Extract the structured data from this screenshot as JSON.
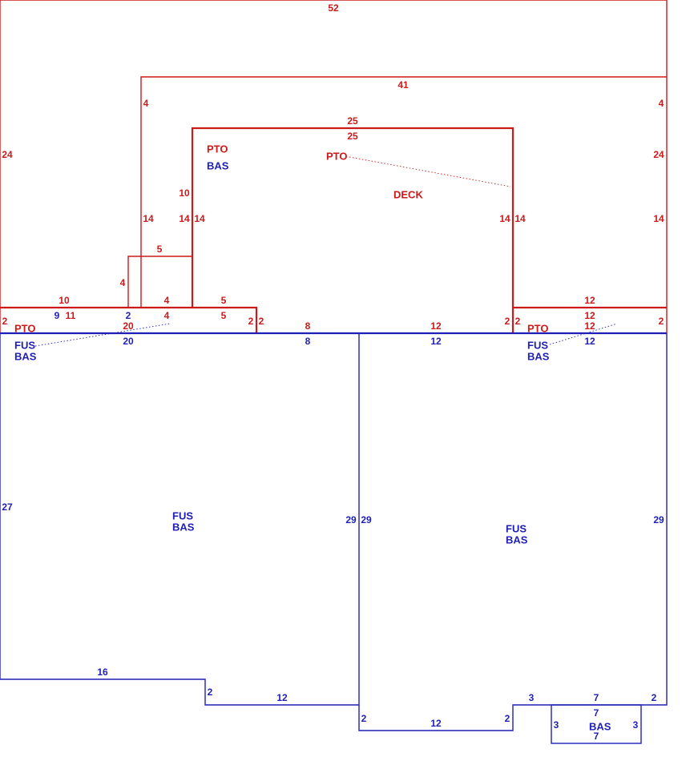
{
  "colors": {
    "upper_level": "#cc1a1a",
    "lower_level": "#1f1fb8"
  },
  "labels": [
    {
      "id": "r-top-52",
      "text": "52",
      "color": "red"
    },
    {
      "id": "r-41",
      "text": "41",
      "color": "red"
    },
    {
      "id": "r-4-left",
      "text": "4",
      "color": "red"
    },
    {
      "id": "r-4-right",
      "text": "4",
      "color": "red"
    },
    {
      "id": "r-24-left",
      "text": "24",
      "color": "red"
    },
    {
      "id": "r-24-right",
      "text": "24",
      "color": "red"
    },
    {
      "id": "r-25-a",
      "text": "25",
      "color": "red"
    },
    {
      "id": "r-25-b",
      "text": "25",
      "color": "red"
    },
    {
      "id": "r-10-mid",
      "text": "10",
      "color": "red"
    },
    {
      "id": "r-14-a",
      "text": "14",
      "color": "red"
    },
    {
      "id": "r-14-b",
      "text": "14",
      "color": "red"
    },
    {
      "id": "r-14-c",
      "text": "14",
      "color": "red"
    },
    {
      "id": "r-14-d",
      "text": "14",
      "color": "red"
    },
    {
      "id": "r-14-e",
      "text": "14",
      "color": "red"
    },
    {
      "id": "r-14-f",
      "text": "14",
      "color": "red"
    },
    {
      "id": "r-5-a",
      "text": "5",
      "color": "red"
    },
    {
      "id": "r-4-b",
      "text": "4",
      "color": "red"
    },
    {
      "id": "r-10-left",
      "text": "10",
      "color": "red"
    },
    {
      "id": "r-4-c",
      "text": "4",
      "color": "red"
    },
    {
      "id": "r-5-b",
      "text": "5",
      "color": "red"
    },
    {
      "id": "r-12-right-top",
      "text": "12",
      "color": "red"
    },
    {
      "id": "b-9",
      "text": "9",
      "color": "blue"
    },
    {
      "id": "r-11",
      "text": "11",
      "color": "red"
    },
    {
      "id": "b-2-top",
      "text": "2",
      "color": "blue"
    },
    {
      "id": "r-4-d",
      "text": "4",
      "color": "red"
    },
    {
      "id": "r-5-c",
      "text": "5",
      "color": "red"
    },
    {
      "id": "r-12-right-mid",
      "text": "12",
      "color": "red"
    },
    {
      "id": "r-2-far-left",
      "text": "2",
      "color": "red"
    },
    {
      "id": "r-20",
      "text": "20",
      "color": "red"
    },
    {
      "id": "r-2-a",
      "text": "2",
      "color": "red"
    },
    {
      "id": "r-2-b",
      "text": "2",
      "color": "red"
    },
    {
      "id": "r-8",
      "text": "8",
      "color": "red"
    },
    {
      "id": "r-12-mid",
      "text": "12",
      "color": "red"
    },
    {
      "id": "r-2-c",
      "text": "2",
      "color": "red"
    },
    {
      "id": "r-2-d",
      "text": "2",
      "color": "red"
    },
    {
      "id": "r-12-right-low",
      "text": "12",
      "color": "red"
    },
    {
      "id": "r-2-far-right",
      "text": "2",
      "color": "red"
    },
    {
      "id": "b-20",
      "text": "20",
      "color": "blue"
    },
    {
      "id": "b-8",
      "text": "8",
      "color": "blue"
    },
    {
      "id": "b-12-mid",
      "text": "12",
      "color": "blue"
    },
    {
      "id": "b-12-right",
      "text": "12",
      "color": "blue"
    },
    {
      "id": "b-27",
      "text": "27",
      "color": "blue"
    },
    {
      "id": "b-29-a",
      "text": "29",
      "color": "blue"
    },
    {
      "id": "b-29-b",
      "text": "29",
      "color": "blue"
    },
    {
      "id": "b-29-c",
      "text": "29",
      "color": "blue"
    },
    {
      "id": "b-16",
      "text": "16",
      "color": "blue"
    },
    {
      "id": "b-2-step",
      "text": "2",
      "color": "blue"
    },
    {
      "id": "b-12-bottom-left",
      "text": "12",
      "color": "blue"
    },
    {
      "id": "b-2-bottom-a",
      "text": "2",
      "color": "blue"
    },
    {
      "id": "b-12-bottom-mid",
      "text": "12",
      "color": "blue"
    },
    {
      "id": "b-2-bottom-b",
      "text": "2",
      "color": "blue"
    },
    {
      "id": "b-3-a",
      "text": "3",
      "color": "blue"
    },
    {
      "id": "b-7-a",
      "text": "7",
      "color": "blue"
    },
    {
      "id": "b-2-bottom-c",
      "text": "2",
      "color": "blue"
    },
    {
      "id": "b-7-b",
      "text": "7",
      "color": "blue"
    },
    {
      "id": "b-3-b",
      "text": "3",
      "color": "blue"
    },
    {
      "id": "b-3-c",
      "text": "3",
      "color": "blue"
    },
    {
      "id": "b-7-c",
      "text": "7",
      "color": "blue"
    }
  ],
  "areas": [
    {
      "id": "area-pto-upper",
      "text": "PTO",
      "color": "red"
    },
    {
      "id": "area-bas-upper",
      "text": "BAS",
      "color": "blue"
    },
    {
      "id": "area-pto-deck",
      "text": "PTO",
      "color": "red"
    },
    {
      "id": "area-deck",
      "text": "DECK",
      "color": "red"
    },
    {
      "id": "area-pto-left",
      "text": "PTO",
      "color": "red"
    },
    {
      "id": "area-fus-left-small",
      "text": "FUS",
      "color": "blue"
    },
    {
      "id": "area-bas-left-small",
      "text": "BAS",
      "color": "blue"
    },
    {
      "id": "area-pto-right",
      "text": "PTO",
      "color": "red"
    },
    {
      "id": "area-fus-right-small",
      "text": "FUS",
      "color": "blue"
    },
    {
      "id": "area-bas-right-small",
      "text": "BAS",
      "color": "blue"
    },
    {
      "id": "area-fus-left-main",
      "text": "FUS",
      "color": "blue"
    },
    {
      "id": "area-bas-left-main",
      "text": "BAS",
      "color": "blue"
    },
    {
      "id": "area-fus-right-main",
      "text": "FUS",
      "color": "blue"
    },
    {
      "id": "area-bas-right-main",
      "text": "BAS",
      "color": "blue"
    },
    {
      "id": "area-bas-bump",
      "text": "BAS",
      "color": "blue"
    }
  ]
}
